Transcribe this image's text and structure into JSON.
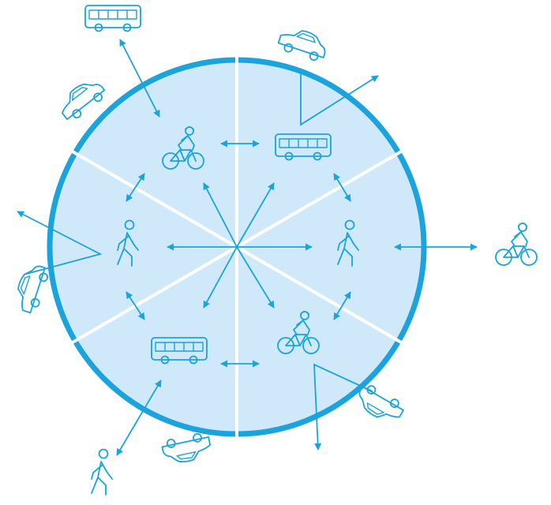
{
  "colors": {
    "accent": "#1aa3dc",
    "disk_fill": "#cfe9fb",
    "divider": "#ffffff",
    "background": "#ffffff"
  },
  "diagram": {
    "kind": "radial mobility diagram",
    "sectors": 6,
    "inner_icons": [
      {
        "sector": "upper-left",
        "icon": "bicycle-icon"
      },
      {
        "sector": "upper-right",
        "icon": "bus-icon"
      },
      {
        "sector": "middle-left",
        "icon": "pedestrian-icon"
      },
      {
        "sector": "middle-right",
        "icon": "pedestrian-icon"
      },
      {
        "sector": "lower-left",
        "icon": "bus-icon"
      },
      {
        "sector": "lower-right",
        "icon": "bicycle-icon"
      }
    ],
    "outer_icons": [
      {
        "position": "top-left",
        "icon": "bus-icon"
      },
      {
        "position": "top-right",
        "icon": "car-icon"
      },
      {
        "position": "left-upper",
        "icon": "car-icon"
      },
      {
        "position": "left-lower",
        "icon": "car-icon"
      },
      {
        "position": "right",
        "icon": "bicycle-icon"
      },
      {
        "position": "bottom-left",
        "icon": "pedestrian-icon"
      },
      {
        "position": "bottom-center",
        "icon": "car-icon"
      },
      {
        "position": "bottom-right",
        "icon": "car-icon"
      }
    ]
  }
}
